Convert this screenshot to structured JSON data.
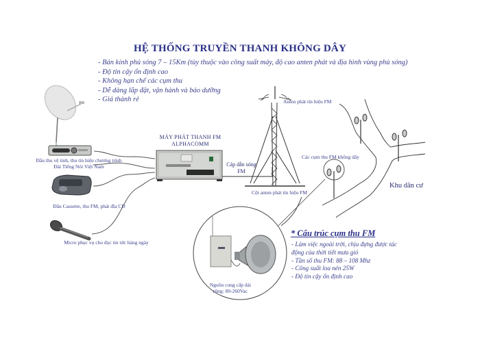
{
  "title": "HỆ THỐNG TRUYỀN THANH KHÔNG DÂY",
  "features": [
    "- Bán kính phủ sóng 7 – 15Km (tùy thuộc vào công suất máy, độ cao anten phát và địa hình vùng phủ sóng)",
    "- Độ tin cậy ổn định cao",
    "- Không hạn chế các cụm thu",
    "- Dễ dàng lắp đặt, vận hành và bảo dưỡng",
    "- Giá thành rẻ"
  ],
  "sources": {
    "satellite_receiver": {
      "line1": "Đầu thu vệ tinh, thu tín hiệu chương trình",
      "line2": "Đài Tiếng Nói Việt Nam"
    },
    "cassette": "Đầu Cassette, thu FM, phát đĩa CD",
    "microphone": "Micro phục vụ cho đọc tin tức hàng ngày"
  },
  "transmitter": {
    "line1": "MÁY PHÁT THANH FM",
    "line2": "ALPHACOMM"
  },
  "feeder_cable": {
    "line1": "Cáp dẫn sóng",
    "line2": "FM"
  },
  "antenna_label": "Anten phát tín hiệu FM",
  "tower_label": "Cột anten phát tín hiệu FM",
  "receivers_label": "Các cụm thu FM không dây",
  "residential_area": "Khu dân cư",
  "power_supply": {
    "line1": "Nguồn cung cấp dải",
    "line2": "rộng: 80-260Vac"
  },
  "receiver_spec": {
    "heading": "* Cấu trúc cụm thu FM",
    "items": [
      "- Làm việc ngoài trời, chịu đựng được tác",
      "động của thời tiết mưa gió",
      "- Tần số thu FM: 88 – 108 Mhz",
      "- Công suất loa nén 25W",
      "- Độ tin cậy ổn định cao"
    ]
  },
  "colors": {
    "text": "#2b2f7a",
    "title": "#2a2f86",
    "line": "#3a3a3a",
    "device_gray": "#c9ccc8"
  }
}
